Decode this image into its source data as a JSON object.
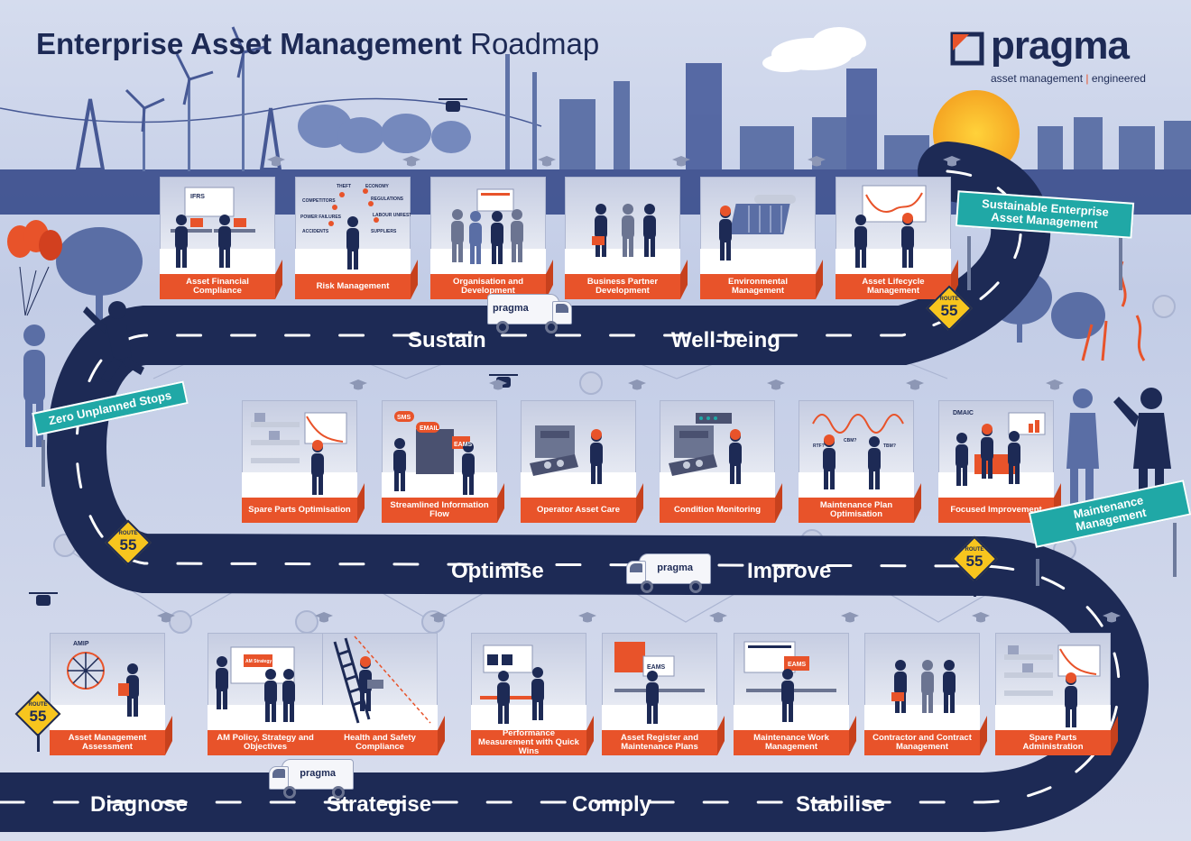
{
  "title": {
    "bold": "Enterprise Asset Management",
    "light": "Roadmap"
  },
  "logo": {
    "name": "pragma",
    "tagline_left": "asset management",
    "tagline_sep": "|",
    "tagline_right": "engineered"
  },
  "colors": {
    "navy": "#1d2a55",
    "orange": "#e8532a",
    "teal": "#20a8a6",
    "yellow": "#f7c51e",
    "sky": "#c9d3ea",
    "skyline": "#5a6ea5"
  },
  "rows": {
    "top": [
      {
        "label": "Asset Financial Compliance",
        "text": "IFRS",
        "icon": "financial-compliance-icon"
      },
      {
        "label": "Risk Management",
        "icon": "risk-icon",
        "words": [
          "THEFT",
          "ECONOMY",
          "COMPETITORS",
          "REGULATIONS",
          "POWER FAILURES",
          "LABOUR UNREST",
          "ACCIDENTS",
          "SUPPLIERS"
        ]
      },
      {
        "label": "Organisation and Development",
        "icon": "organisation-icon"
      },
      {
        "label": "Business Partner Development",
        "icon": "handshake-icon"
      },
      {
        "label": "Environmental Management",
        "icon": "solar-panel-icon"
      },
      {
        "label": "Asset Lifecycle Management",
        "icon": "lifecycle-chart-icon"
      }
    ],
    "middle": [
      {
        "label": "Spare Parts Optimisation",
        "icon": "shelves-icon"
      },
      {
        "label": "Streamlined Information Flow",
        "icon": "information-flow-icon",
        "words": [
          "SMS",
          "EMAIL",
          "EAMS"
        ]
      },
      {
        "label": "Operator Asset Care",
        "icon": "machine-icon"
      },
      {
        "label": "Condition Monitoring",
        "icon": "monitoring-icon"
      },
      {
        "label": "Maintenance Plan Optimisation",
        "icon": "maintenance-plan-icon",
        "words": [
          "RTF?",
          "CBM?",
          "TBM?"
        ]
      },
      {
        "label": "Focused Improvement",
        "icon": "improvement-icon",
        "text": "DMAIC"
      }
    ],
    "bottom": [
      {
        "label": "Asset Management Assessment",
        "icon": "assessment-wheel-icon",
        "text": "AMIP"
      },
      {
        "label": "AM Policy, Strategy and Objectives",
        "icon": "strategy-board-icon",
        "text": "AM Strategy"
      },
      {
        "label": "Health and Safety Compliance",
        "icon": "ladder-icon"
      },
      {
        "label": "Performance Measurement with Quick Wins",
        "icon": "dashboard-icon"
      },
      {
        "label": "Asset Register and Maintenance Plans",
        "icon": "asset-register-icon",
        "text": "EAMS"
      },
      {
        "label": "Maintenance Work Management",
        "icon": "work-management-icon",
        "text": "EAMS"
      },
      {
        "label": "Contractor and Contract Management",
        "icon": "handshake-icon"
      },
      {
        "label": "Spare Parts Administration",
        "icon": "shelves-icon"
      }
    ]
  },
  "road_labels": {
    "top": [
      "Sustain",
      "Well-being"
    ],
    "middle": [
      "Optimise",
      "Improve"
    ],
    "bottom": [
      "Diagnose",
      "Strategise",
      "Comply",
      "Stabilise"
    ]
  },
  "signs": {
    "sustainable": "Sustainable Enterprise Asset Management",
    "zero": "Zero Unplanned Stops",
    "maintenance": "Maintenance Management"
  },
  "route": {
    "top": "ROUTE",
    "number": "55"
  },
  "van": {
    "logo": "pragma"
  }
}
